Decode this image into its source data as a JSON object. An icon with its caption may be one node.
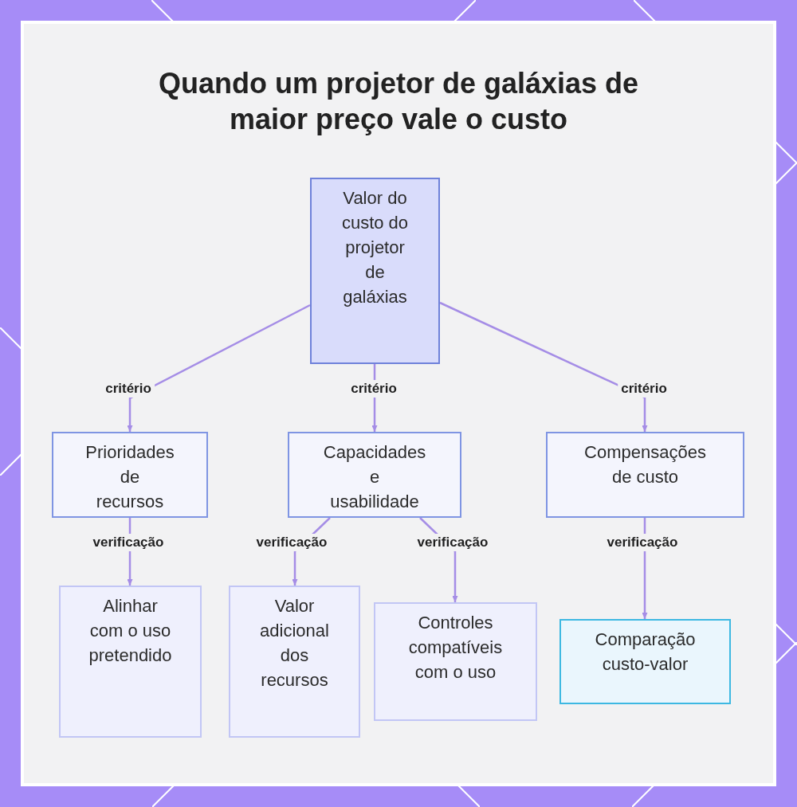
{
  "diagram": {
    "title": "Quando um projetor de galáxias de maior preço vale o custo",
    "nodes": [
      {
        "text": [
          "Valor do custo do projetor de galáxias"
        ]
      },
      {
        "text": [
          "Prioridades de recursos"
        ]
      },
      {
        "text": [
          "Capacidades e usabilidade"
        ]
      },
      {
        "text": [
          "Compensações de custo"
        ]
      },
      {
        "text": [
          "Alinhar com o uso pretendido"
        ]
      },
      {
        "text": [
          "Valor adicional dos recursos"
        ]
      },
      {
        "text": [
          "Controles compatíveis com o uso"
        ]
      },
      {
        "text": [
          "Comparação custo-valor"
        ]
      }
    ],
    "edges": [
      {
        "from": 0,
        "to": 1,
        "arrow": "to",
        "label": "critério"
      },
      {
        "from": 0,
        "to": 2,
        "arrow": "to",
        "label": "critério"
      },
      {
        "from": 0,
        "to": 3,
        "arrow": "to",
        "label": "critério"
      },
      {
        "from": 1,
        "to": 4,
        "arrow": "to",
        "label": "verificação"
      },
      {
        "from": 2,
        "to": 5,
        "arrow": "to",
        "label": "verificação"
      },
      {
        "from": 2,
        "to": 6,
        "arrow": "to",
        "label": "verificação"
      },
      {
        "from": 3,
        "to": 7,
        "arrow": "to",
        "label": "verificação"
      }
    ]
  }
}
